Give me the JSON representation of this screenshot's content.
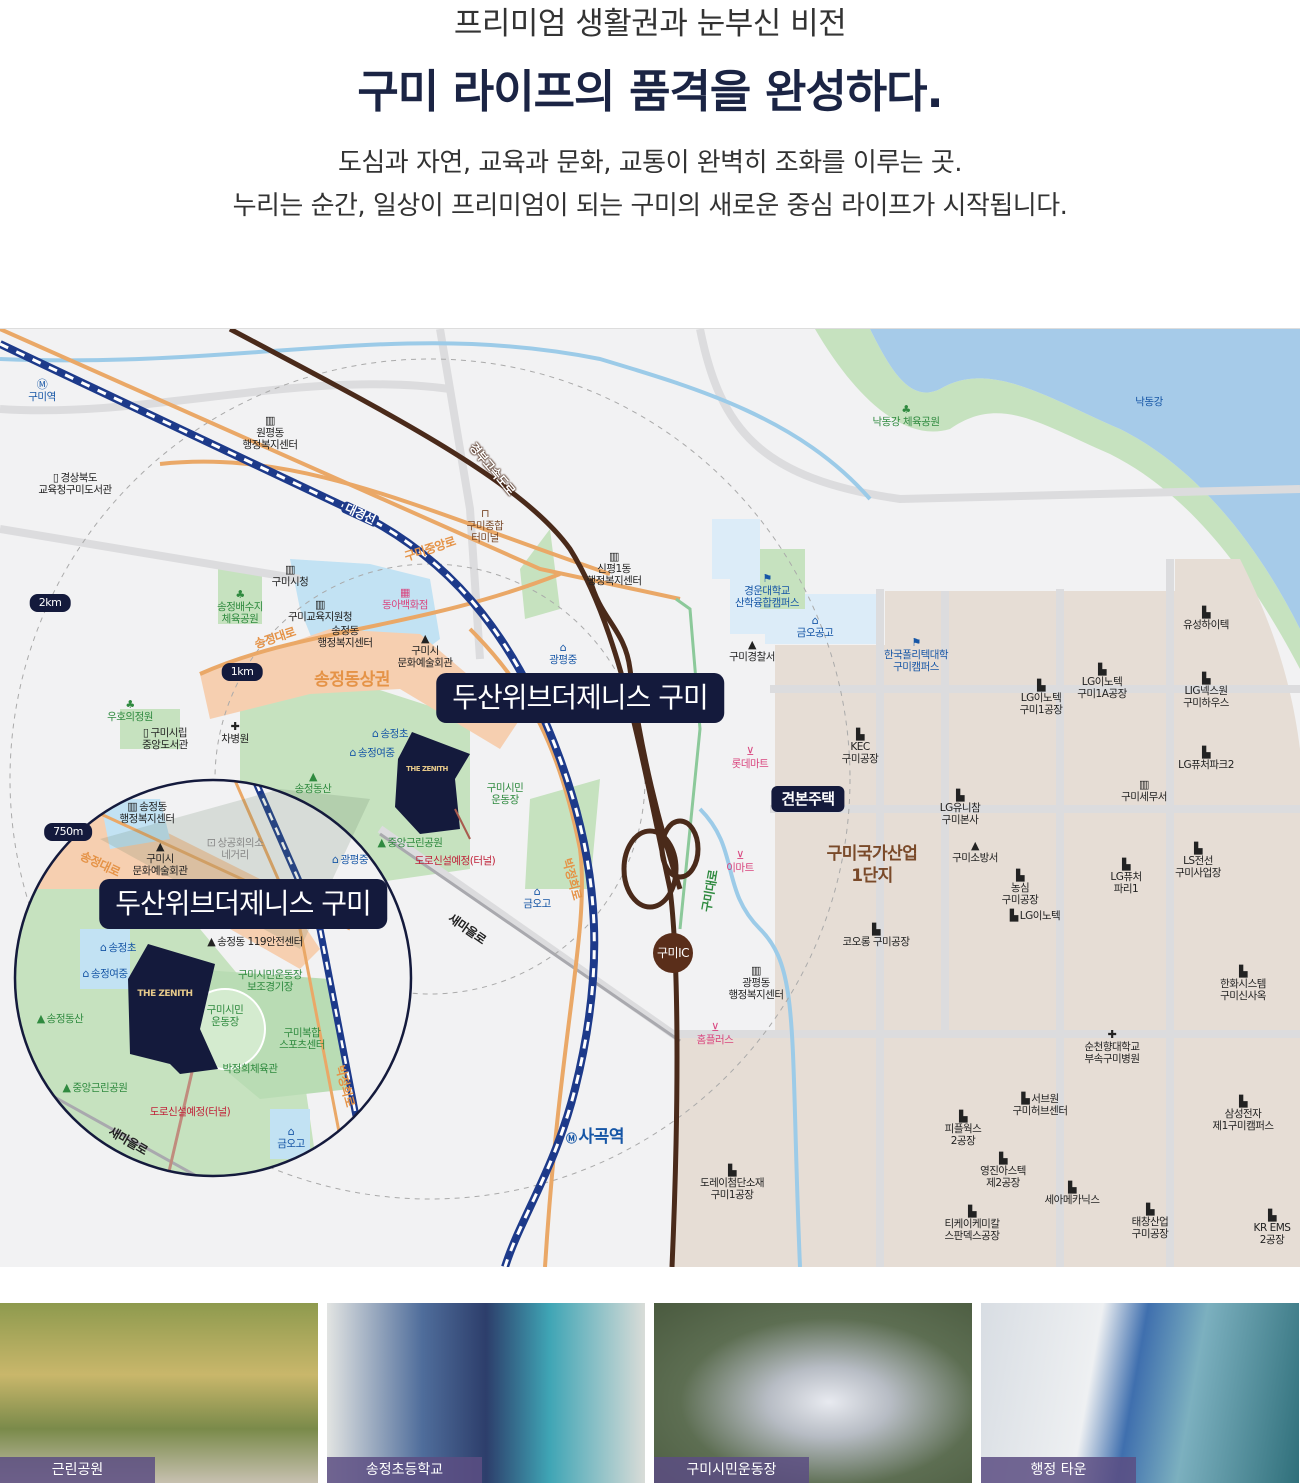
{
  "header": {
    "subtitle": "프리미엄 생활권과 눈부신 비전",
    "title": "구미 라이프의 품격을 완성하다.",
    "description_lines": [
      "도심과 자연, 교육과 문화, 교통이 완벽히 조화를 이루는 곳.",
      "누리는 순간, 일상이 프리미엄이 되는 구미의 새로운 중심 라이프가 시작됩니다."
    ]
  },
  "colors": {
    "navy": "#141a3c",
    "rail": "#1d3a8a",
    "expressway": "#4a2a1a",
    "arterial": "#eaa867",
    "river": "#a6cbe9",
    "industrial": "#e6ddd5",
    "park": "#c6e2bf",
    "caption_bg": "#5c4e82"
  },
  "map": {
    "labels": [
      {
        "text": "구미역",
        "icon": "subway-icon"
      },
      {
        "text": "원평동\n행정복지센터",
        "icon": "government-icon"
      },
      {
        "text": "경상북도\n교육청구미도서관",
        "icon": "library-icon"
      },
      {
        "text": "대경선",
        "icon": ""
      },
      {
        "text": "경부고속도로",
        "icon": ""
      },
      {
        "text": "구미종합\n터미널",
        "icon": "bus-icon"
      },
      {
        "text": "구미중앙로",
        "icon": ""
      },
      {
        "text": "신평1동\n행정복지센터",
        "icon": "government-icon"
      },
      {
        "text": "구미시청",
        "icon": "government-icon"
      },
      {
        "text": "송정배수지\n체육공원",
        "icon": "park-icon"
      },
      {
        "text": "구미교육지원청",
        "icon": "government-icon"
      },
      {
        "text": "동아백화점",
        "icon": "department-store-icon"
      },
      {
        "text": "송정동\n행정복지센터",
        "icon": ""
      },
      {
        "text": "구미시\n문화예술회관",
        "icon": "culture-icon"
      },
      {
        "text": "송정대로",
        "icon": ""
      },
      {
        "text": "광평중",
        "icon": "school-icon"
      },
      {
        "text": "2km",
        "icon": ""
      },
      {
        "text": "1km",
        "icon": ""
      },
      {
        "text": "송정동상권",
        "icon": ""
      },
      {
        "text": "두산위브더제니스 구미",
        "icon": ""
      },
      {
        "text": "우호의정원",
        "icon": "park-icon"
      },
      {
        "text": "구미시립\n중앙도서관",
        "icon": "library-icon"
      },
      {
        "text": "차병원",
        "icon": "hospital-icon"
      },
      {
        "text": "송정초",
        "icon": "school-icon"
      },
      {
        "text": "송정여중",
        "icon": "school-icon"
      },
      {
        "text": "송정동산",
        "icon": "mountain-icon"
      },
      {
        "text": "구미시민\n운동장",
        "icon": ""
      },
      {
        "text": "중앙근린공원",
        "icon": "mountain-icon"
      },
      {
        "text": "도로신설예정(터널)",
        "icon": ""
      },
      {
        "text": "광평중",
        "icon": "school-icon"
      },
      {
        "text": "금오고",
        "icon": "school-icon"
      },
      {
        "text": "새마을로",
        "icon": ""
      },
      {
        "text": "박정희로",
        "icon": ""
      },
      {
        "text": "사곡역",
        "icon": "subway-icon"
      },
      {
        "text": "경운대학교\n산학융합캠퍼스",
        "icon": "university-icon"
      },
      {
        "text": "금오공고",
        "icon": "school-icon"
      },
      {
        "text": "구미경찰서",
        "icon": "police-icon"
      },
      {
        "text": "한국폴리텍대학\n구미캠퍼스",
        "icon": "university-icon"
      },
      {
        "text": "낙동강 체육공원",
        "icon": "park-icon"
      },
      {
        "text": "낙동강",
        "icon": ""
      },
      {
        "text": "롯데마트",
        "icon": "cart-icon"
      },
      {
        "text": "견본주택",
        "icon": ""
      },
      {
        "text": "KEC\n구미공장",
        "icon": "factory-icon"
      },
      {
        "text": "LG이노텍\n구미1공장",
        "icon": "factory-icon"
      },
      {
        "text": "LG이노텍\n구미1A공장",
        "icon": "factory-icon"
      },
      {
        "text": "유성하이텍",
        "icon": "factory-icon"
      },
      {
        "text": "LIG넥스원\n구미하우스",
        "icon": "factory-icon"
      },
      {
        "text": "LG퓨처파크2",
        "icon": "factory-icon"
      },
      {
        "text": "구미세무서",
        "icon": "government-icon"
      },
      {
        "text": "LG유니참\n구미본사",
        "icon": "factory-icon"
      },
      {
        "text": "구미소방서",
        "icon": "fire-station-icon"
      },
      {
        "text": "구미국가산업\n1단지",
        "icon": ""
      },
      {
        "text": "농심\n구미공장",
        "icon": "factory-icon"
      },
      {
        "text": "LG이노텍",
        "icon": "factory-icon"
      },
      {
        "text": "LG퓨처\n파리1",
        "icon": "factory-icon"
      },
      {
        "text": "LS전선\n구미사업장",
        "icon": "factory-icon"
      },
      {
        "text": "이마트",
        "icon": "cart-icon"
      },
      {
        "text": "구미IC",
        "icon": ""
      },
      {
        "text": "구미대로",
        "icon": ""
      },
      {
        "text": "코오롱 구미공장",
        "icon": "factory-icon"
      },
      {
        "text": "광평동\n행정복지센터",
        "icon": "government-icon"
      },
      {
        "text": "한화시스템\n구미신사옥",
        "icon": "factory-icon"
      },
      {
        "text": "홈플러스",
        "icon": "cart-icon"
      },
      {
        "text": "순천향대학교\n부속구미병원",
        "icon": "hospital-icon"
      },
      {
        "text": "서브원\n구미허브센터",
        "icon": "factory-icon"
      },
      {
        "text": "피플웍스\n2공장",
        "icon": "factory-icon"
      },
      {
        "text": "삼성전자\n제1구미캠퍼스",
        "icon": "factory-icon"
      },
      {
        "text": "영진아스텍\n제2공장",
        "icon": "factory-icon"
      },
      {
        "text": "세아메카닉스",
        "icon": "factory-icon"
      },
      {
        "text": "도레이첨단소재\n구미1공장",
        "icon": "factory-icon"
      },
      {
        "text": "티케이케미칼\n스판덱스공장",
        "icon": "factory-icon"
      },
      {
        "text": "태창산업\n구미공장",
        "icon": "factory-icon"
      },
      {
        "text": "KR EMS\n2공장",
        "icon": "factory-icon"
      },
      {
        "text": "750m",
        "icon": ""
      },
      {
        "text": "송정동\n행정복지센터",
        "icon": "government-icon"
      },
      {
        "text": "구미시\n문화예술회관",
        "icon": "culture-icon"
      },
      {
        "text": "상공회의소\n네거리",
        "icon": "car-icon"
      },
      {
        "text": "송정대로",
        "icon": ""
      },
      {
        "text": "두산위브더제니스 구미",
        "icon": ""
      },
      {
        "text": "송정동 119안전센터",
        "icon": "fire-station-icon"
      },
      {
        "text": "송정초",
        "icon": "school-icon"
      },
      {
        "text": "송정여중",
        "icon": "school-icon"
      },
      {
        "text": "구미시민운동장\n보조경기장",
        "icon": ""
      },
      {
        "text": "송정동산",
        "icon": "mountain-icon"
      },
      {
        "text": "구미시민\n운동장",
        "icon": ""
      },
      {
        "text": "구미복합\n스포츠센터",
        "icon": ""
      },
      {
        "text": "박정희체육관",
        "icon": ""
      },
      {
        "text": "중앙근린공원",
        "icon": "mountain-icon"
      },
      {
        "text": "도로신설예정(터널)",
        "icon": ""
      },
      {
        "text": "금오고",
        "icon": "school-icon"
      },
      {
        "text": "박정희로",
        "icon": ""
      },
      {
        "text": "새마을로",
        "icon": ""
      }
    ],
    "zenith_logo": "THE ZENITH"
  },
  "photos": [
    {
      "caption": "근린공원"
    },
    {
      "caption": "송정초등학교"
    },
    {
      "caption": "구미시민운동장"
    },
    {
      "caption": "행정 타운"
    }
  ]
}
